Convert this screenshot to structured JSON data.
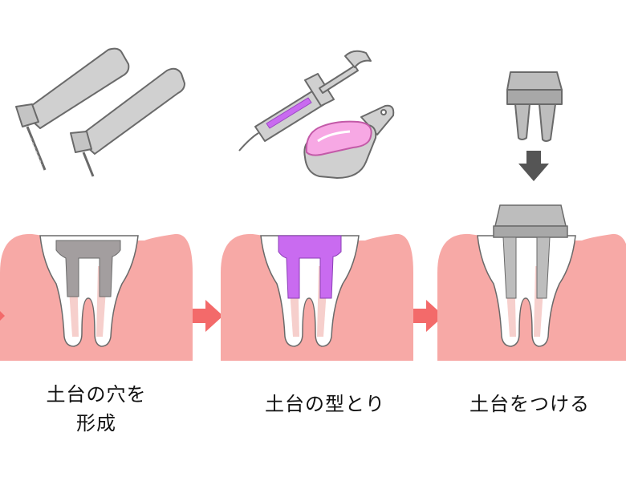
{
  "steps": [
    {
      "caption_lines": [
        "土台の穴を",
        "形成"
      ]
    },
    {
      "caption_lines": [
        "土台の型とり"
      ]
    },
    {
      "caption_lines": [
        "土台をつける"
      ]
    }
  ],
  "colors": {
    "gum": "#f7a9a6",
    "tooth": "#ffffff",
    "outline": "#6a6a6a",
    "root_canal": "#f6cfcc",
    "post_gray": "#a39e9f",
    "impression_purple": "#c96bf0",
    "instrument_gray": "#d0d0d0",
    "arrow_red": "#f36a6a",
    "arrow_dark": "#555555",
    "pink_material": "#f7a8e4"
  },
  "icons": [
    "dental-handpiece-icon",
    "dental-handpiece-icon",
    "syringe-icon",
    "impression-tray-icon",
    "core-crown-icon"
  ]
}
